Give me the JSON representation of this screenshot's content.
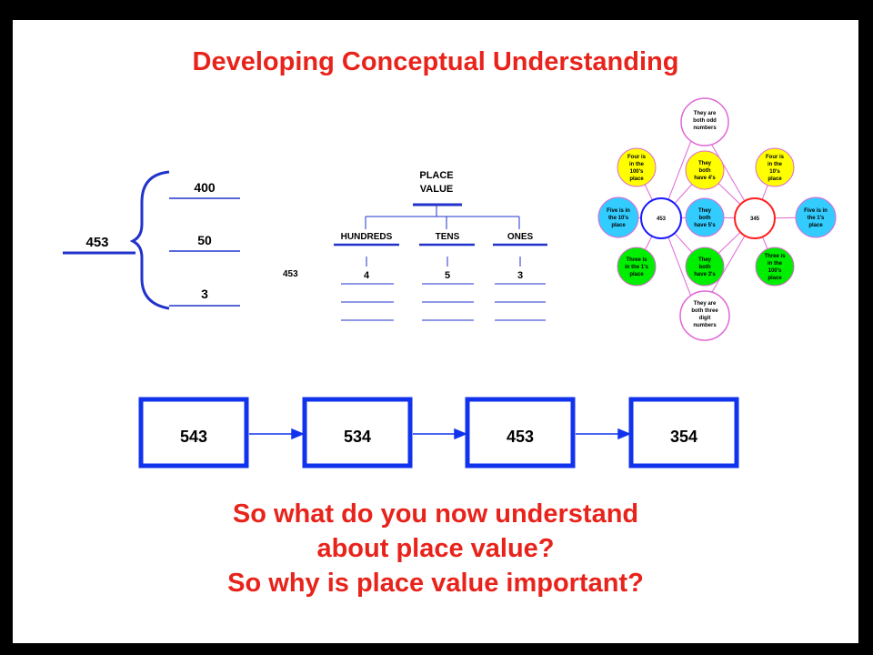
{
  "title": "Developing Conceptual Understanding",
  "expanded_form": {
    "number": "453",
    "parts": [
      "400",
      "50",
      "3"
    ]
  },
  "place_value_chart": {
    "label": "453",
    "header_line1": "PLACE",
    "header_line2": "VALUE",
    "columns": [
      {
        "heading": "HUNDREDS",
        "digit": "4"
      },
      {
        "heading": "TENS",
        "digit": "5"
      },
      {
        "heading": "ONES",
        "digit": "3"
      }
    ]
  },
  "venn": {
    "left_number": "453",
    "right_number": "345",
    "top": [
      "They are",
      "both odd",
      "numbers"
    ],
    "bottom": [
      "They are",
      "both three",
      "digit",
      "numbers"
    ],
    "left_top": [
      "Four is",
      "in the",
      "100's",
      "place"
    ],
    "left_mid": [
      "Five is in",
      "the 10's",
      "place"
    ],
    "left_bottom": [
      "Three is",
      "in the 1's",
      "place"
    ],
    "center_top": [
      "They",
      "both",
      "have 4's"
    ],
    "center_mid": [
      "They",
      "both",
      "have 5's"
    ],
    "center_bottom": [
      "They",
      "both",
      "have 3's"
    ],
    "right_top": [
      "Four is",
      "in the",
      "10's",
      "place"
    ],
    "right_mid": [
      "Five is in",
      "the 1's",
      "place"
    ],
    "right_bottom": [
      "Three is",
      "in the",
      "100's",
      "place"
    ],
    "colors": {
      "yellow": "#ffff00",
      "cyan": "#33ccff",
      "green": "#00ee00",
      "pink": "#e066d6",
      "blue": "#1a1aff",
      "red": "#ff2020"
    }
  },
  "sequence": [
    "543",
    "534",
    "453",
    "354"
  ],
  "question": {
    "line1": "So what do you now understand",
    "line2": "about place value?",
    "line3": "So why is place value important?"
  },
  "colors": {
    "title_red": "#e8231b",
    "line_blue": "#2233cc",
    "box_blue": "#1133ee"
  }
}
